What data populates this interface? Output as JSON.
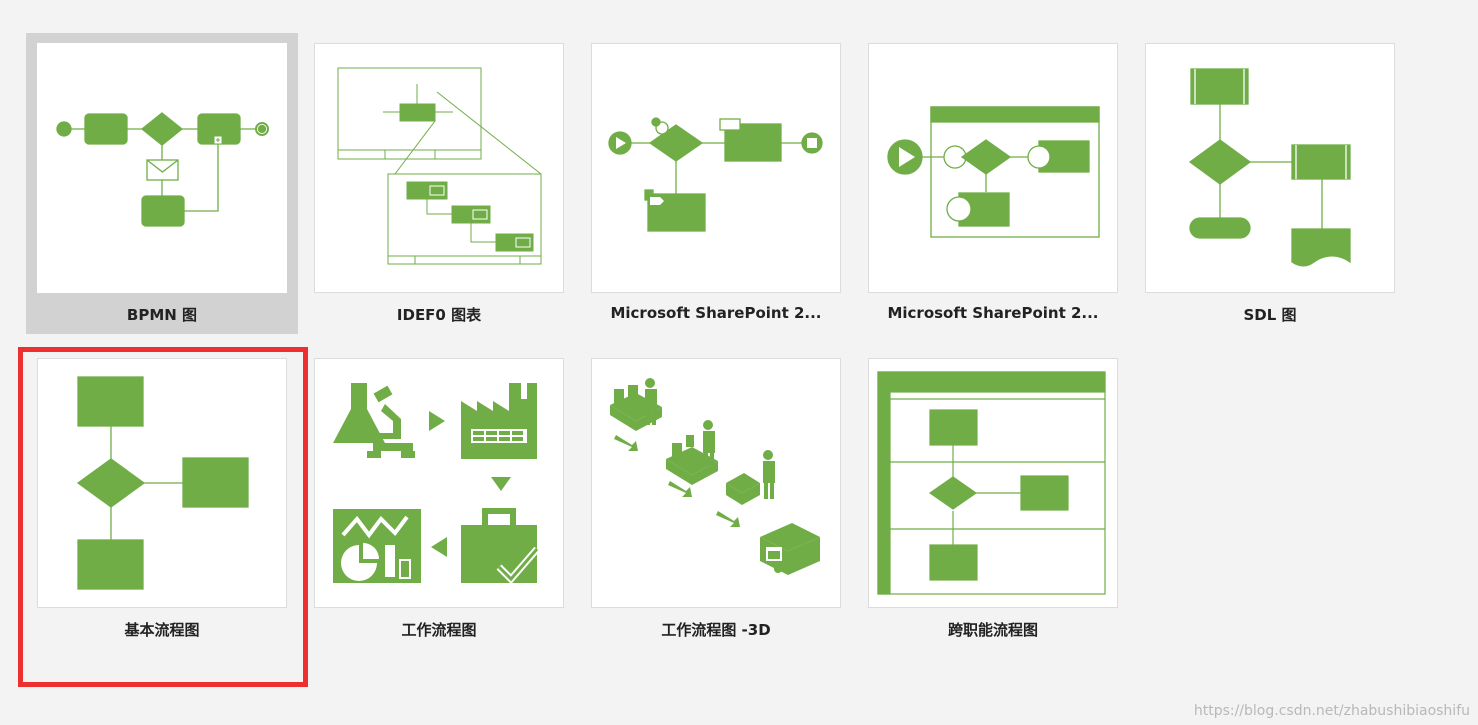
{
  "colors": {
    "accent": "#70ad47",
    "selection": "#d2d2d2",
    "highlight": "#ee2f2f",
    "background": "#f3f3f3"
  },
  "templates": [
    {
      "label": "BPMN 图",
      "icon": "bpmn-diagram-thumbnail"
    },
    {
      "label": "IDEF0 图表",
      "icon": "idef0-diagram-thumbnail"
    },
    {
      "label": "Microsoft SharePoint 2...",
      "icon": "sharepoint-workflow-thumbnail"
    },
    {
      "label": "Microsoft SharePoint 2...",
      "icon": "sharepoint-workflow-2-thumbnail"
    },
    {
      "label": "SDL 图",
      "icon": "sdl-diagram-thumbnail"
    },
    {
      "label": "基本流程图",
      "icon": "basic-flowchart-thumbnail"
    },
    {
      "label": "工作流程图",
      "icon": "workflow-diagram-thumbnail"
    },
    {
      "label": "工作流程图 -3D",
      "icon": "workflow-3d-thumbnail"
    },
    {
      "label": "跨职能流程图",
      "icon": "cross-functional-flowchart-thumbnail"
    }
  ],
  "watermark": "https://blog.csdn.net/zhabushibiaoshifu"
}
